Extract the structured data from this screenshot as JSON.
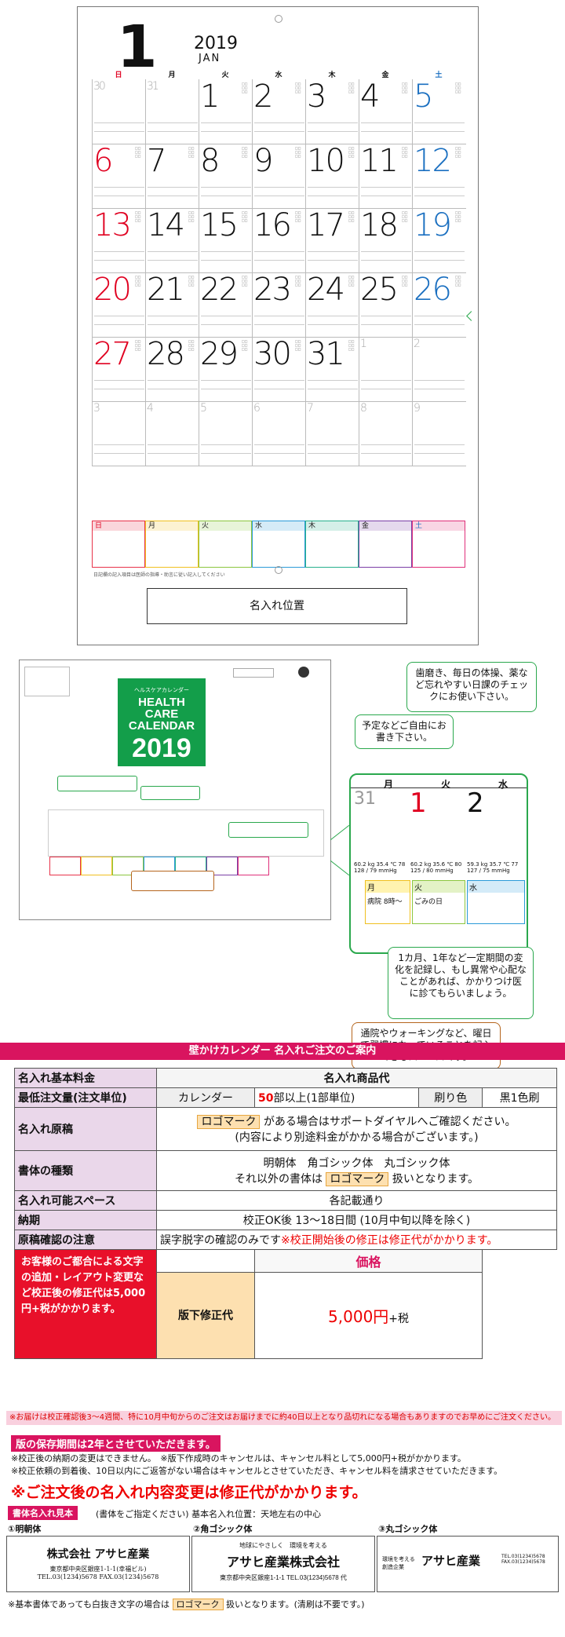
{
  "calendar": {
    "month_number": "1",
    "year": "2019",
    "month_en": "JAN",
    "weekday_headers": [
      "日",
      "月",
      "火",
      "水",
      "木",
      "金",
      "土"
    ],
    "weekday_colors": [
      "#e00020",
      "#111111",
      "#111111",
      "#111111",
      "#111111",
      "#111111",
      "#1a6fc0"
    ],
    "weeks": [
      [
        "30",
        "31",
        "1",
        "2",
        "3",
        "4",
        "5"
      ],
      [
        "6",
        "7",
        "8",
        "9",
        "10",
        "11",
        "12"
      ],
      [
        "13",
        "14",
        "15",
        "16",
        "17",
        "18",
        "19"
      ],
      [
        "20",
        "21",
        "22",
        "23",
        "24",
        "25",
        "26"
      ],
      [
        "27",
        "28",
        "29",
        "30",
        "31",
        "1",
        "2"
      ],
      [
        "3",
        "4",
        "5",
        "6",
        "7",
        "8",
        "9"
      ]
    ],
    "footnote": "日記欄の記入項目は医師の指導・助言に従い記入してください",
    "weekly_boxes": [
      {
        "label": "日",
        "color": "#e8334a"
      },
      {
        "label": "月",
        "color": "#f0c020"
      },
      {
        "label": "火",
        "color": "#8cc63f"
      },
      {
        "label": "水",
        "color": "#2b9ad8"
      },
      {
        "label": "木",
        "color": "#27b08d"
      },
      {
        "label": "金",
        "color": "#7b3fa6"
      },
      {
        "label": "土",
        "color": "#e0307a"
      }
    ],
    "name_position_label": "名入れ位置"
  },
  "sample": {
    "logo_small": "ヘルスケアカレンダー",
    "logo_title": "HEALTH CARE CALENDAR",
    "logo_year": "2019",
    "callout_top": "歯磨き、毎日の体操、薬など忘れやすい日課のチェックにお使い下さい。",
    "callout_left": "予定などご自由にお書き下さい。",
    "callout_mid": "1カ月、1年など一定期間の変化を記録し、もし異常や心配なことがあれば、かかりつけ医に診てもらいましょう。",
    "callout_bottom": "通院やウォーキングなど、曜日で習慣になっていることを記入できるスペースです。",
    "detail_days": [
      "月",
      "火",
      "水"
    ],
    "detail_nums": [
      "31",
      "1",
      "2"
    ],
    "detail_values_1": "60.2 kg  35.4 ℃  78  128 / 79 mmHg",
    "detail_values_2": "60.2 kg  35.6 ℃  80  125 / 80 mmHg",
    "detail_values_3": "59.3 kg  35.7 ℃  77  127 / 75 mmHg",
    "detail_notes": [
      "病院 8時〜",
      "ごみの日"
    ]
  },
  "order": {
    "title": "壁かけカレンダー 名入れご注文のご案内",
    "rows": {
      "basic_fee": "名入れ基本料金",
      "product": "名入れ商品代",
      "min_qty": "最低注文量(注文単位)",
      "min_qty_item": "カレンダー",
      "min_qty_num": "50",
      "min_qty_unit": "部以上(1部単位)",
      "print_color": "刷り色",
      "print_color_val": "黒1色刷",
      "manuscript": "名入れ原稿",
      "manuscript_logo": "ロゴマーク",
      "manuscript_text1": "がある場合はサポートダイヤルへご確認ください。",
      "manuscript_text2": "(内容により別途料金がかかる場合がございます。)",
      "font_kind": "書体の種類",
      "font_list": "明朝体　角ゴシック体　丸ゴシック体",
      "font_other_a": "それ以外の書体は",
      "font_other_logo": "ロゴマーク",
      "font_other_b": "扱いとなります。",
      "space": "名入れ可能スペース",
      "space_val": "各記載通り",
      "delivery": "納期",
      "delivery_val": "校正OK後 13〜18日間 (10月中旬以降を除く)",
      "proof": "原稿確認の注意",
      "proof_val_a": "誤字脱字の確認のみです",
      "proof_val_b": "※校正開始後の修正は修正代がかかります。",
      "red_note": "お客様のご都合による文字の追加・レイアウト変更など校正後の修正代は5,000円+税がかかります。",
      "price_head": "価格",
      "plate_fix": "版下修正代",
      "plate_price": "5,000円",
      "plate_tax": "+税"
    },
    "note_banner": "※お届けは校正確認後3〜4週間、特に10月中旬からのご注文はお届けまでに約40日以上となり品切れになる場合もありますのでお早めにご注文ください。",
    "keep_label": "版の保存期間は2年とさせていただきます。",
    "note2": "※校正後の納期の変更はできません。　※版下作成時のキャンセルは、キャンセル料として5,000円+税がかかります。",
    "note3": "※校正依頼の到着後、10日以内にご返答がない場合はキャンセルとさせていただき、キャンセル料を請求させていただきます。",
    "big_note": "※ご注文後の名入れ内容変更は修正代がかかります。",
    "sample_label": "書体名入れ見本",
    "sample_sub": "(書体をご指定ください) 基本名入れ位置：天地左右の中心",
    "samples": [
      {
        "head": "①明朝体",
        "name": "株式会社 アサヒ産業",
        "addr": "東京都中央区銀座1-1-1(幸福ビル)",
        "tel": "TEL.03(1234)5678 FAX.03(1234)5678"
      },
      {
        "head": "②角ゴシック体",
        "name": "アサヒ産業株式会社",
        "addr": "東京都中央区銀座1-1-1 TEL.03(1234)5678 代",
        "tel": "地球にやさしく　環境を考える"
      },
      {
        "head": "③丸ゴシック体",
        "name": "アサヒ産業",
        "addr": "環境を考える 創造企業",
        "tel": "TEL.03(1234)5678 FAX.03(1234)5678"
      }
    ],
    "footer_a": "※基本書体であっても白抜き文字の場合は",
    "footer_logo": "ロゴマーク",
    "footer_b": "扱いとなります。(清刷は不要です。)"
  }
}
